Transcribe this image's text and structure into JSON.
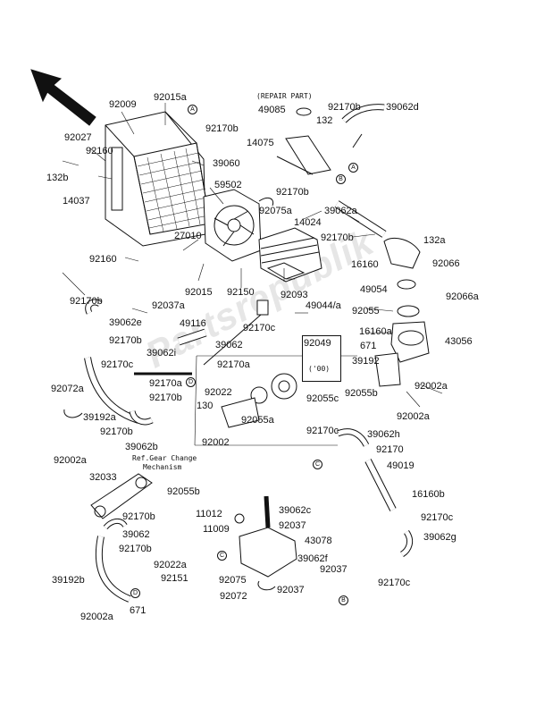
{
  "watermark": "Partsrepublik",
  "direction_icon": "front-direction-arrow-icon",
  "notes": {
    "repair_part": "(REPAIR PART)",
    "ref_gear_1": "Ref.Gear Change",
    "ref_gear_2": "Mechanism",
    "year_note": "('00)"
  },
  "markers": {
    "a": "A",
    "b": "B",
    "c": "C",
    "d": "D"
  },
  "labels": [
    "92009",
    "92015a",
    "92027",
    "92160",
    "132b",
    "14037",
    "39060",
    "92170b",
    "59502",
    "27010",
    "92015",
    "92150",
    "92160",
    "92170b",
    "39062e",
    "92170b",
    "92170c",
    "39062i",
    "92072a",
    "39192a",
    "92170b",
    "92037a",
    "49116",
    "39062",
    "92170c",
    "92170a",
    "92170a",
    "92170b",
    "92022",
    "130",
    "92002",
    "39062b",
    "49085",
    "92170b",
    "39062d",
    "132",
    "14075",
    "92170b",
    "92075a",
    "39062a",
    "14024",
    "92093",
    "92170b",
    "132a",
    "16160",
    "92066",
    "49054",
    "92066a",
    "92055",
    "49044/a",
    "92049",
    "92055c",
    "92055a",
    "16160a",
    "43056",
    "671",
    "39192",
    "92002a",
    "92055b",
    "92002a",
    "92170c",
    "39062h",
    "92170",
    "49019",
    "16160b",
    "92170c",
    "39062g",
    "92170c",
    "92002a",
    "32033",
    "92055b",
    "92170b",
    "39062",
    "92170b",
    "92022a",
    "92151",
    "39192b",
    "671",
    "92002a",
    "11012",
    "11009",
    "39062c",
    "92037",
    "43078",
    "39062f",
    "92037",
    "92075",
    "92037",
    "92072"
  ]
}
